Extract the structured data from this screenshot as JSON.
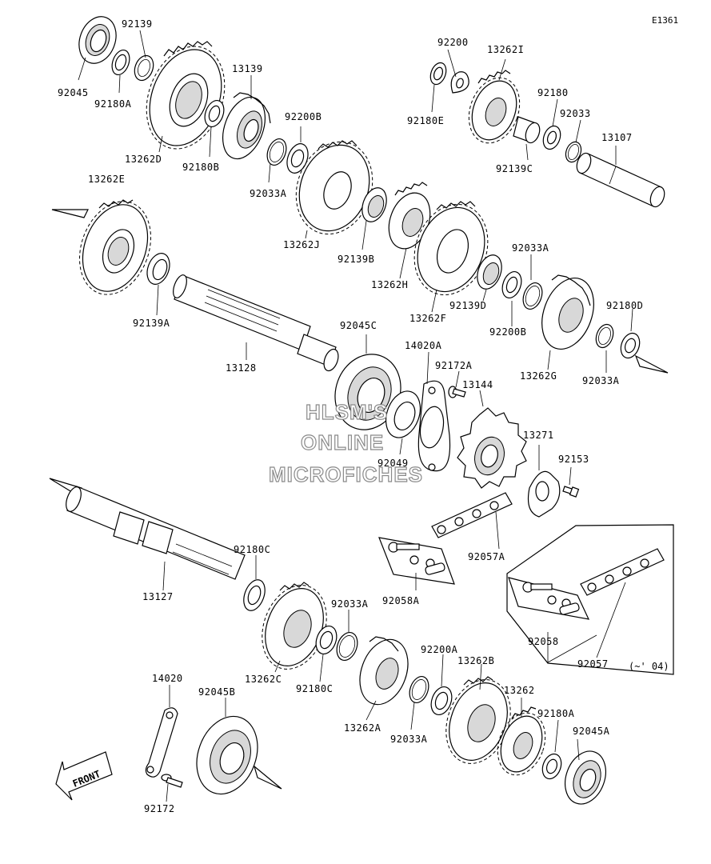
{
  "diagram_id": "E1361",
  "front_label": "FRONT",
  "watermark": [
    "HLSM'S",
    "ONLINE",
    "MICROFICHES"
  ],
  "inset_note": "(~' 04)",
  "labels": [
    {
      "id": "92139",
      "text": "92139"
    },
    {
      "id": "92045",
      "text": "92045"
    },
    {
      "id": "92180A-top",
      "text": "92180A"
    },
    {
      "id": "13139",
      "text": "13139"
    },
    {
      "id": "13262D",
      "text": "13262D"
    },
    {
      "id": "92180B",
      "text": "92180B"
    },
    {
      "id": "92200B-top",
      "text": "92200B"
    },
    {
      "id": "92033A-top",
      "text": "92033A"
    },
    {
      "id": "13262J",
      "text": "13262J"
    },
    {
      "id": "92200",
      "text": "92200"
    },
    {
      "id": "13262I",
      "text": "13262I"
    },
    {
      "id": "92180E",
      "text": "92180E"
    },
    {
      "id": "92180",
      "text": "92180"
    },
    {
      "id": "92033",
      "text": "92033"
    },
    {
      "id": "13107",
      "text": "13107"
    },
    {
      "id": "92139C",
      "text": "92139C"
    },
    {
      "id": "13262E",
      "text": "13262E"
    },
    {
      "id": "92139B",
      "text": "92139B"
    },
    {
      "id": "13262H",
      "text": "13262H"
    },
    {
      "id": "92033A-mid",
      "text": "92033A"
    },
    {
      "id": "92139A",
      "text": "92139A"
    },
    {
      "id": "92139D",
      "text": "92139D"
    },
    {
      "id": "13262F",
      "text": "13262F"
    },
    {
      "id": "92180D",
      "text": "92180D"
    },
    {
      "id": "92200B-mid",
      "text": "92200B"
    },
    {
      "id": "13262G",
      "text": "13262G"
    },
    {
      "id": "92033A-right",
      "text": "92033A"
    },
    {
      "id": "92045C",
      "text": "92045C"
    },
    {
      "id": "14020A",
      "text": "14020A"
    },
    {
      "id": "13128",
      "text": "13128"
    },
    {
      "id": "92172A",
      "text": "92172A"
    },
    {
      "id": "13144",
      "text": "13144"
    },
    {
      "id": "92049",
      "text": "92049"
    },
    {
      "id": "13271",
      "text": "13271"
    },
    {
      "id": "92153",
      "text": "92153"
    },
    {
      "id": "92057A",
      "text": "92057A"
    },
    {
      "id": "92058A",
      "text": "92058A"
    },
    {
      "id": "92180C-top",
      "text": "92180C"
    },
    {
      "id": "13127",
      "text": "13127"
    },
    {
      "id": "92033A-low",
      "text": "92033A"
    },
    {
      "id": "92058",
      "text": "92058"
    },
    {
      "id": "92057",
      "text": "92057"
    },
    {
      "id": "13262C",
      "text": "13262C"
    },
    {
      "id": "92180C-low",
      "text": "92180C"
    },
    {
      "id": "92200A",
      "text": "92200A"
    },
    {
      "id": "13262B",
      "text": "13262B"
    },
    {
      "id": "14020",
      "text": "14020"
    },
    {
      "id": "92045B",
      "text": "92045B"
    },
    {
      "id": "13262A",
      "text": "13262A"
    },
    {
      "id": "13262",
      "text": "13262"
    },
    {
      "id": "92180A-low",
      "text": "92180A"
    },
    {
      "id": "92045A",
      "text": "92045A"
    },
    {
      "id": "92033A-bottom",
      "text": "92033A"
    },
    {
      "id": "92172",
      "text": "92172"
    }
  ]
}
